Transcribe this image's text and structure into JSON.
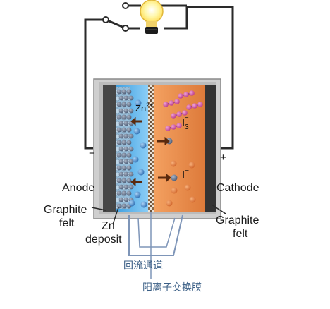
{
  "labels": {
    "anode": "Anode",
    "cathode": "Cathode",
    "graphite_felt_left_line1": "Graphite",
    "graphite_felt_left_line2": "felt",
    "graphite_felt_right_line1": "Graphite",
    "graphite_felt_right_line2": "felt",
    "zn_deposit_line1": "Zn",
    "zn_deposit_line2": "deposit",
    "minus_sign": "−",
    "plus_sign": "+",
    "zn_ion": "Zn",
    "zn_ion_charge": "2+",
    "triiodide": "I",
    "triiodide_sub": "3",
    "triiodide_charge": "−",
    "iodide": "I",
    "iodide_charge": "−"
  },
  "annotations": {
    "flow_channel": "回流通道",
    "anion_exchange_membrane": "阳离子交换膜"
  },
  "colors": {
    "anolyte": "#5fb6ec",
    "catholyte": "#e88a4a",
    "casing": "#b7b7b7",
    "graphite_felt": "#444444",
    "zinc_ion": "#4a86c5",
    "triiodide_ion": "#cc4d9e",
    "iodide_ion": "#5b6d8a",
    "annotation_text": "#3b5f86",
    "return_channel_line": "#7e95b8"
  },
  "icons": [
    "light-bulb-icon",
    "switch-icon"
  ]
}
